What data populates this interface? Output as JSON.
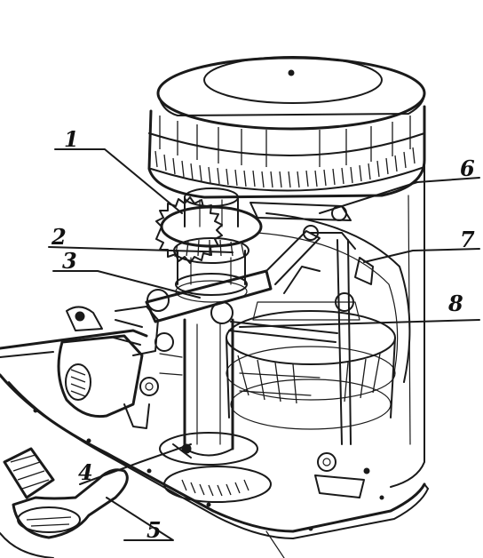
{
  "callouts": [
    {
      "id": "1",
      "label": "1"
    },
    {
      "id": "2",
      "label": "2"
    },
    {
      "id": "3",
      "label": "3"
    },
    {
      "id": "4",
      "label": "4"
    },
    {
      "id": "5",
      "label": "5"
    },
    {
      "id": "6",
      "label": "6"
    },
    {
      "id": "7",
      "label": "7"
    },
    {
      "id": "8",
      "label": "8"
    }
  ],
  "icons": {
    "figure": "engine-sketch-icon",
    "handle": "starter-handle-icon",
    "gear": "gear-icon",
    "carburetor": "carburetor-icon"
  },
  "colors": {
    "ink": "#1a1a1a",
    "paper": "#ffffff"
  }
}
